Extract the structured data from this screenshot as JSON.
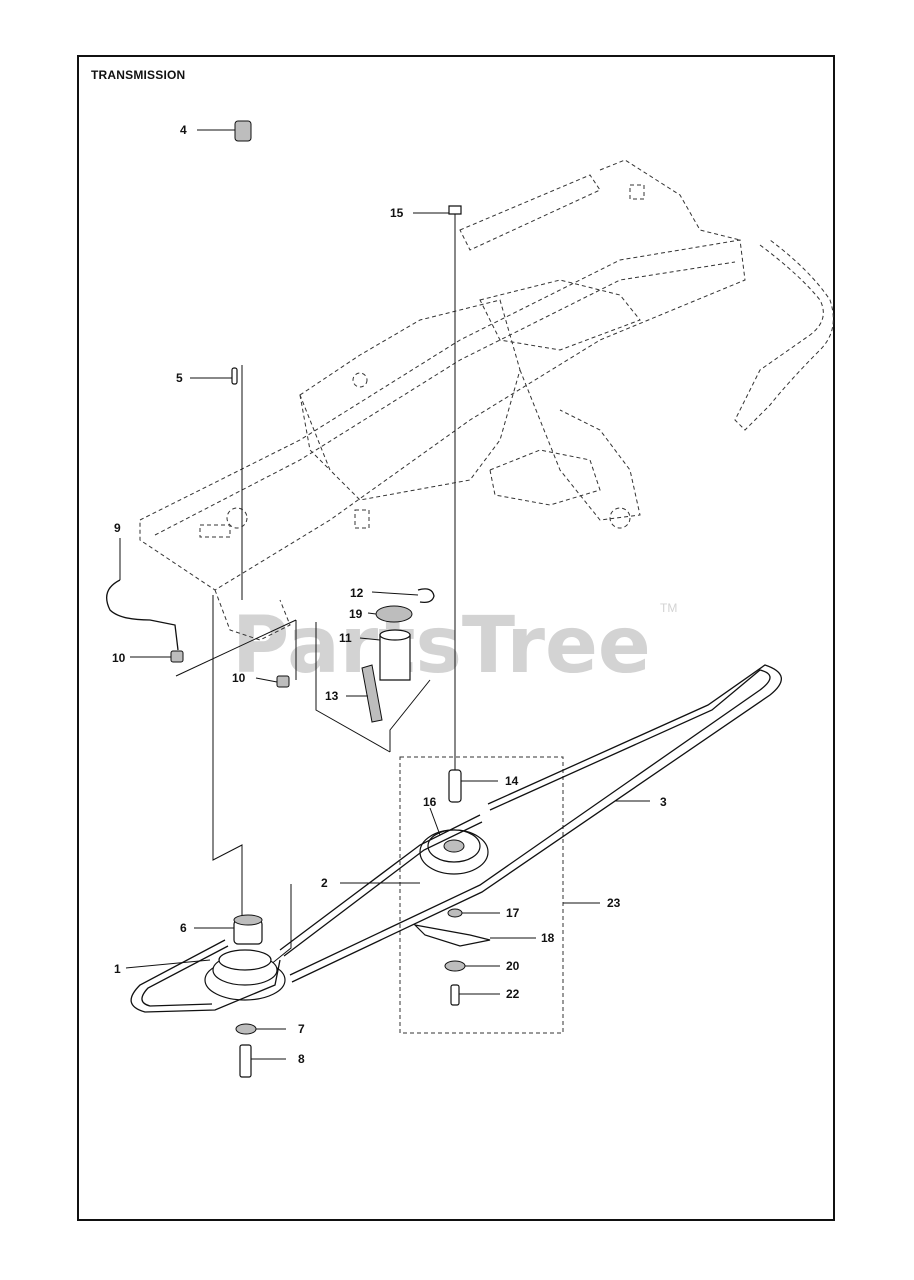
{
  "title": "TRANSMISSION",
  "watermark": {
    "text": "PartsTree",
    "trademark": "TM"
  },
  "callouts": [
    "1",
    "2",
    "3",
    "4",
    "5",
    "6",
    "7",
    "8",
    "9",
    "10",
    "10",
    "11",
    "12",
    "13",
    "14",
    "15",
    "16",
    "17",
    "18",
    "19",
    "20",
    "22",
    "23"
  ],
  "colors": {
    "line": "#111111",
    "frame_dashed": "#333333",
    "watermark": "#d3d3d3",
    "background": "#ffffff"
  }
}
